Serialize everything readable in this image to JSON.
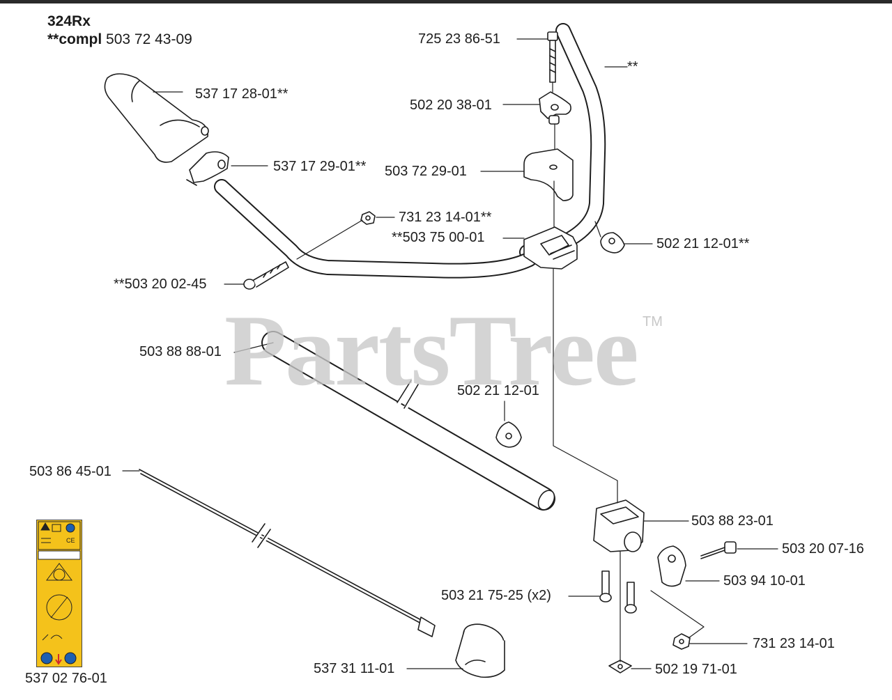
{
  "header": {
    "model": "324Rx",
    "compl_key": "**compl",
    "compl_number": "503 72 43-09"
  },
  "watermark": {
    "text": "PartsTree",
    "tm": "TM",
    "color": "#c8c8c8"
  },
  "colors": {
    "line": "#1d1d1d",
    "part_fill": "#ffffff",
    "decal_yellow": "#f4c21b",
    "decal_blue": "#1d5fb0",
    "decal_red": "#d0282e"
  },
  "labels": {
    "bolt_top": "725 23 86-51",
    "handle_tube": "**",
    "wing_nut": "502 20 38-01",
    "grip": "537 17 28-01**",
    "throttle_housing": "537 17 29-01**",
    "upper_clamp": "503 72 29-01",
    "nut_small": "731 23 14-01**",
    "clamp_assembly": "**503 75 00-01",
    "cable_clip_upper": "502 21 12-01**",
    "screw_left": "**503 20 02-45",
    "shaft_tube": "503 88 88-01",
    "cable_clip_lower": "502 21 12-01",
    "drive_shaft": "503 86 45-01",
    "lower_clamp": "503 88 23-01",
    "screw_right": "503 20 07-16",
    "bracket": "503 94 10-01",
    "screw_pair": "503 21 75-25 (x2)",
    "nut_lower": "731 23 14-01",
    "bearing_housing": "537 31 11-01",
    "square_nut": "502 19 71-01",
    "decal": "537 02 76-01"
  }
}
